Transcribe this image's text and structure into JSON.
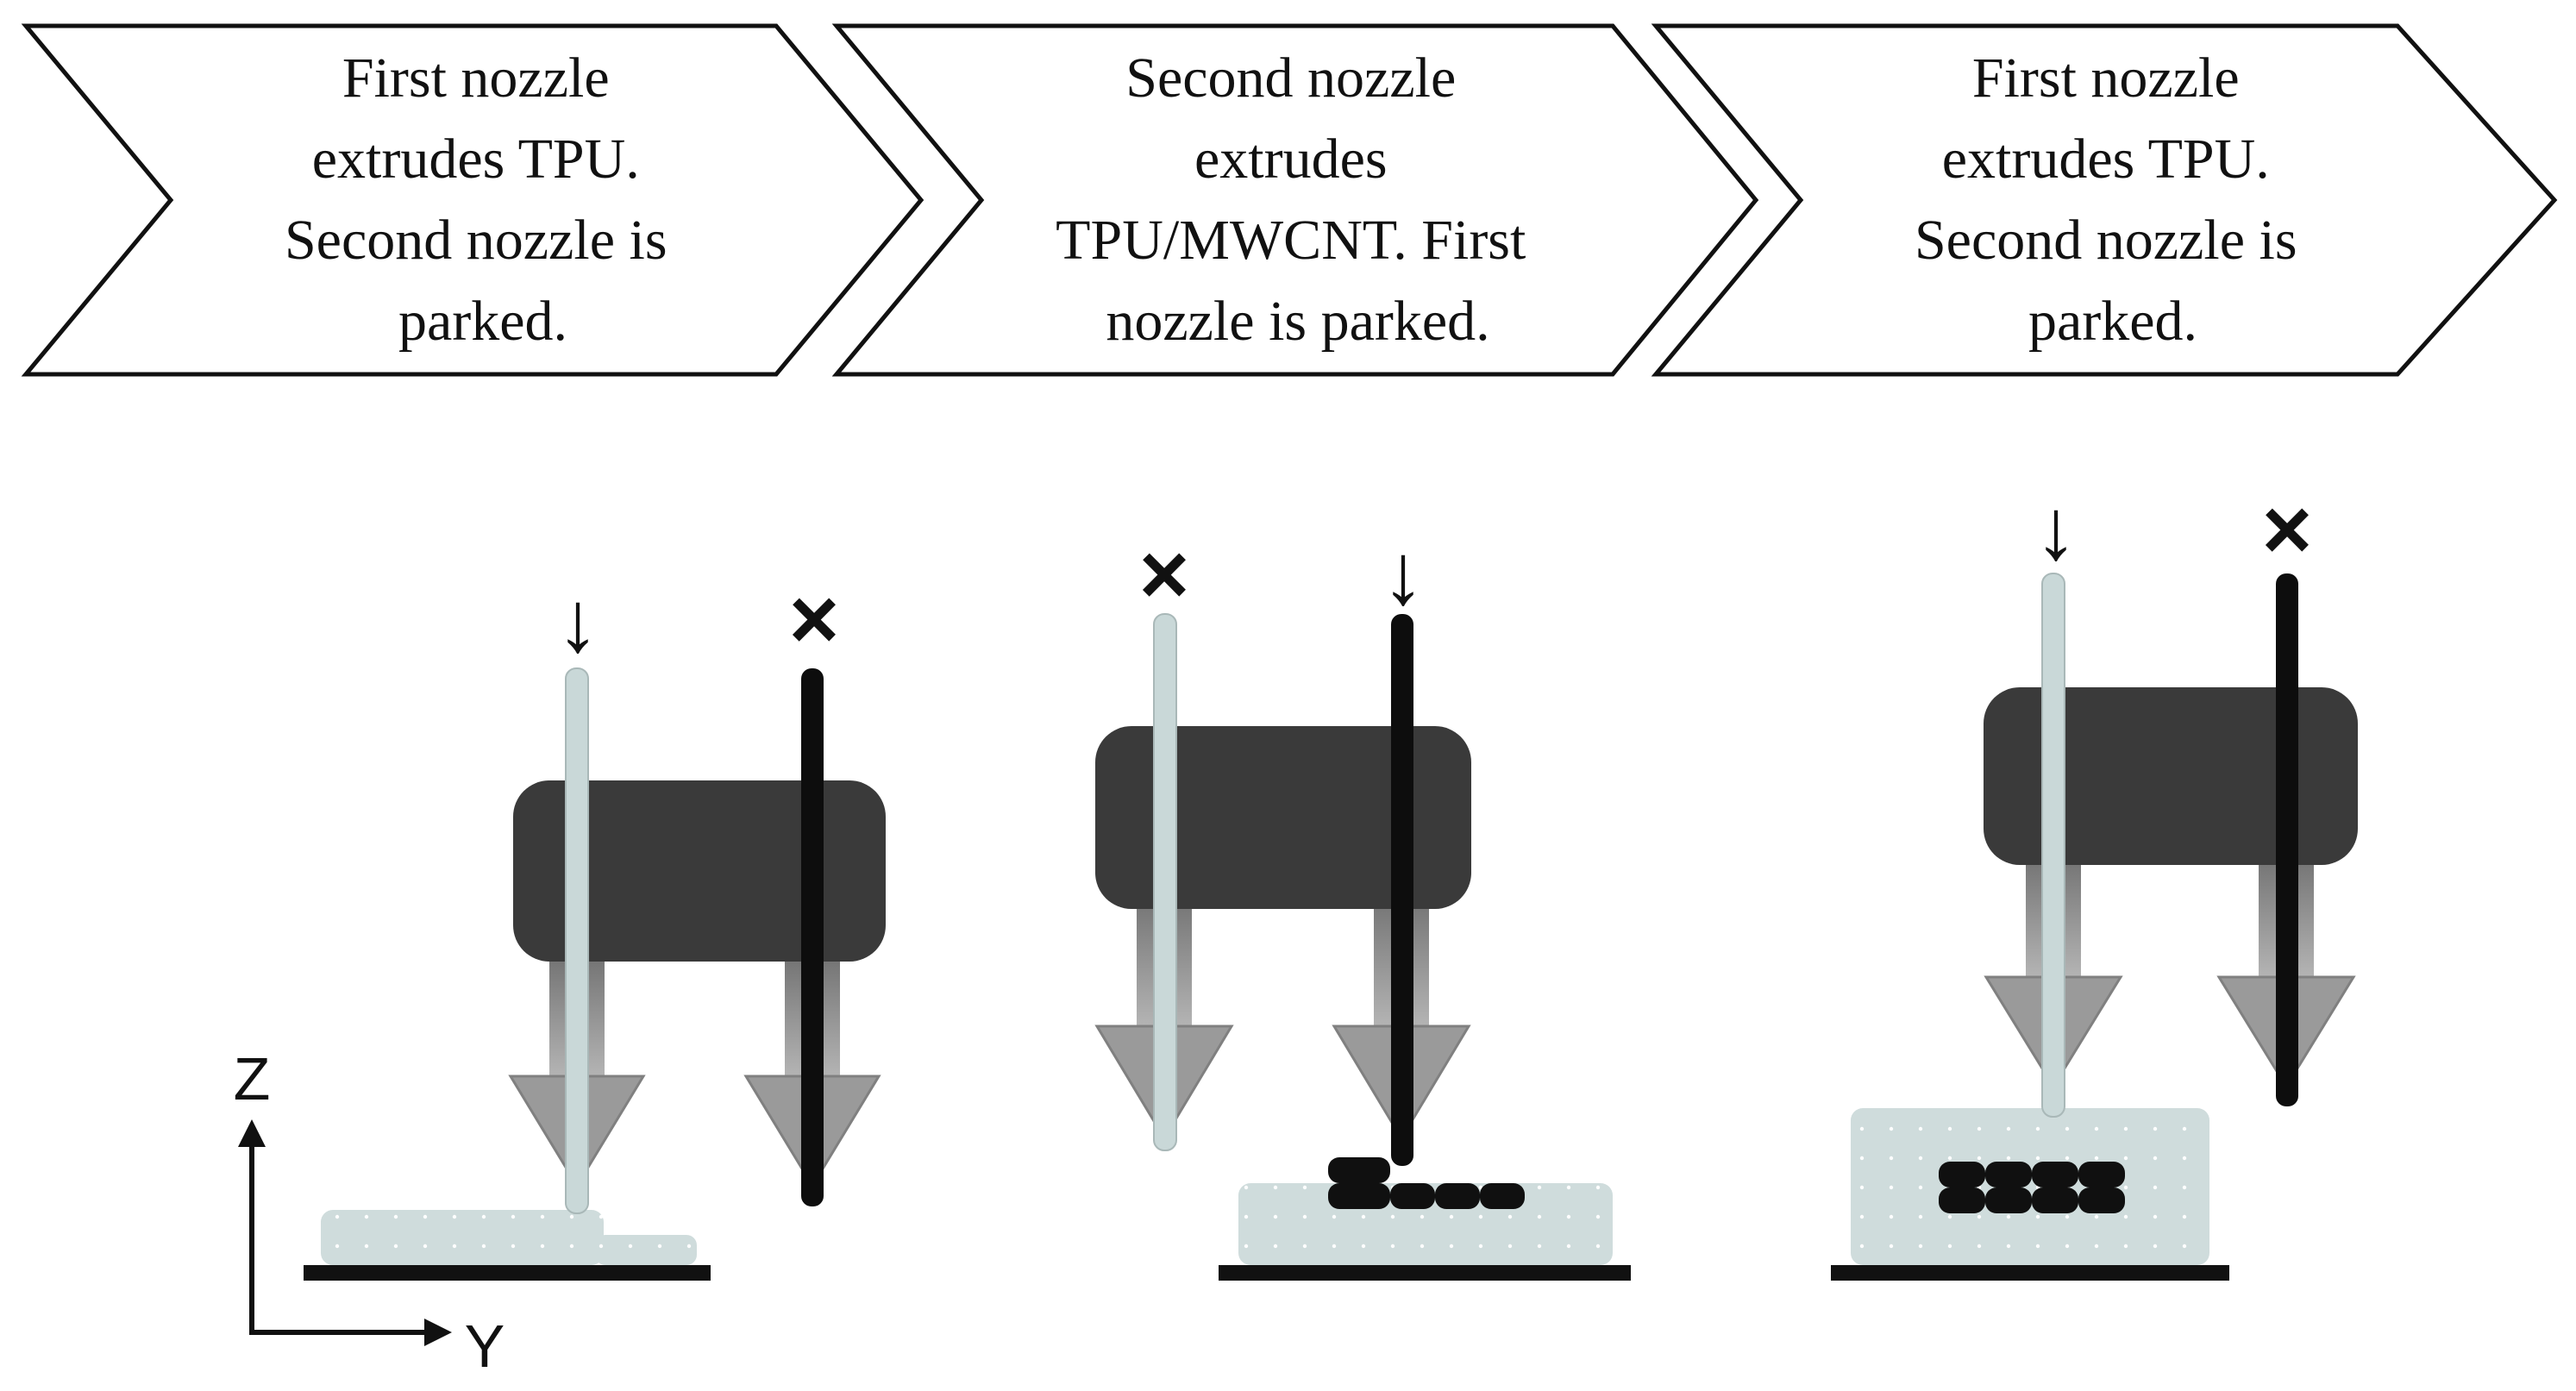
{
  "steps": [
    {
      "lines": [
        "First nozzle",
        "extrudes TPU.",
        "Second nozzle is",
        "parked."
      ]
    },
    {
      "lines": [
        "Second nozzle",
        "extrudes",
        "TPU/MWCNT. First",
        "nozzle is parked."
      ]
    },
    {
      "lines": [
        "First nozzle",
        "extrudes TPU.",
        "Second nozzle is",
        "parked."
      ]
    }
  ],
  "axes": {
    "vertical_label": "Z",
    "horizontal_label": "Y"
  },
  "markers": {
    "active": "↓",
    "parked": "×"
  },
  "colors": {
    "outline": "#111111",
    "nozzle_head": "#3a3a3a",
    "tpu_filament": "#c9d8d8",
    "mwcnt_filament": "#0d0d0d",
    "nozzle_tip": "#9a9a9a",
    "tpu_deposit": "#cfdcdc",
    "mwcnt_deposit": "#101010"
  }
}
